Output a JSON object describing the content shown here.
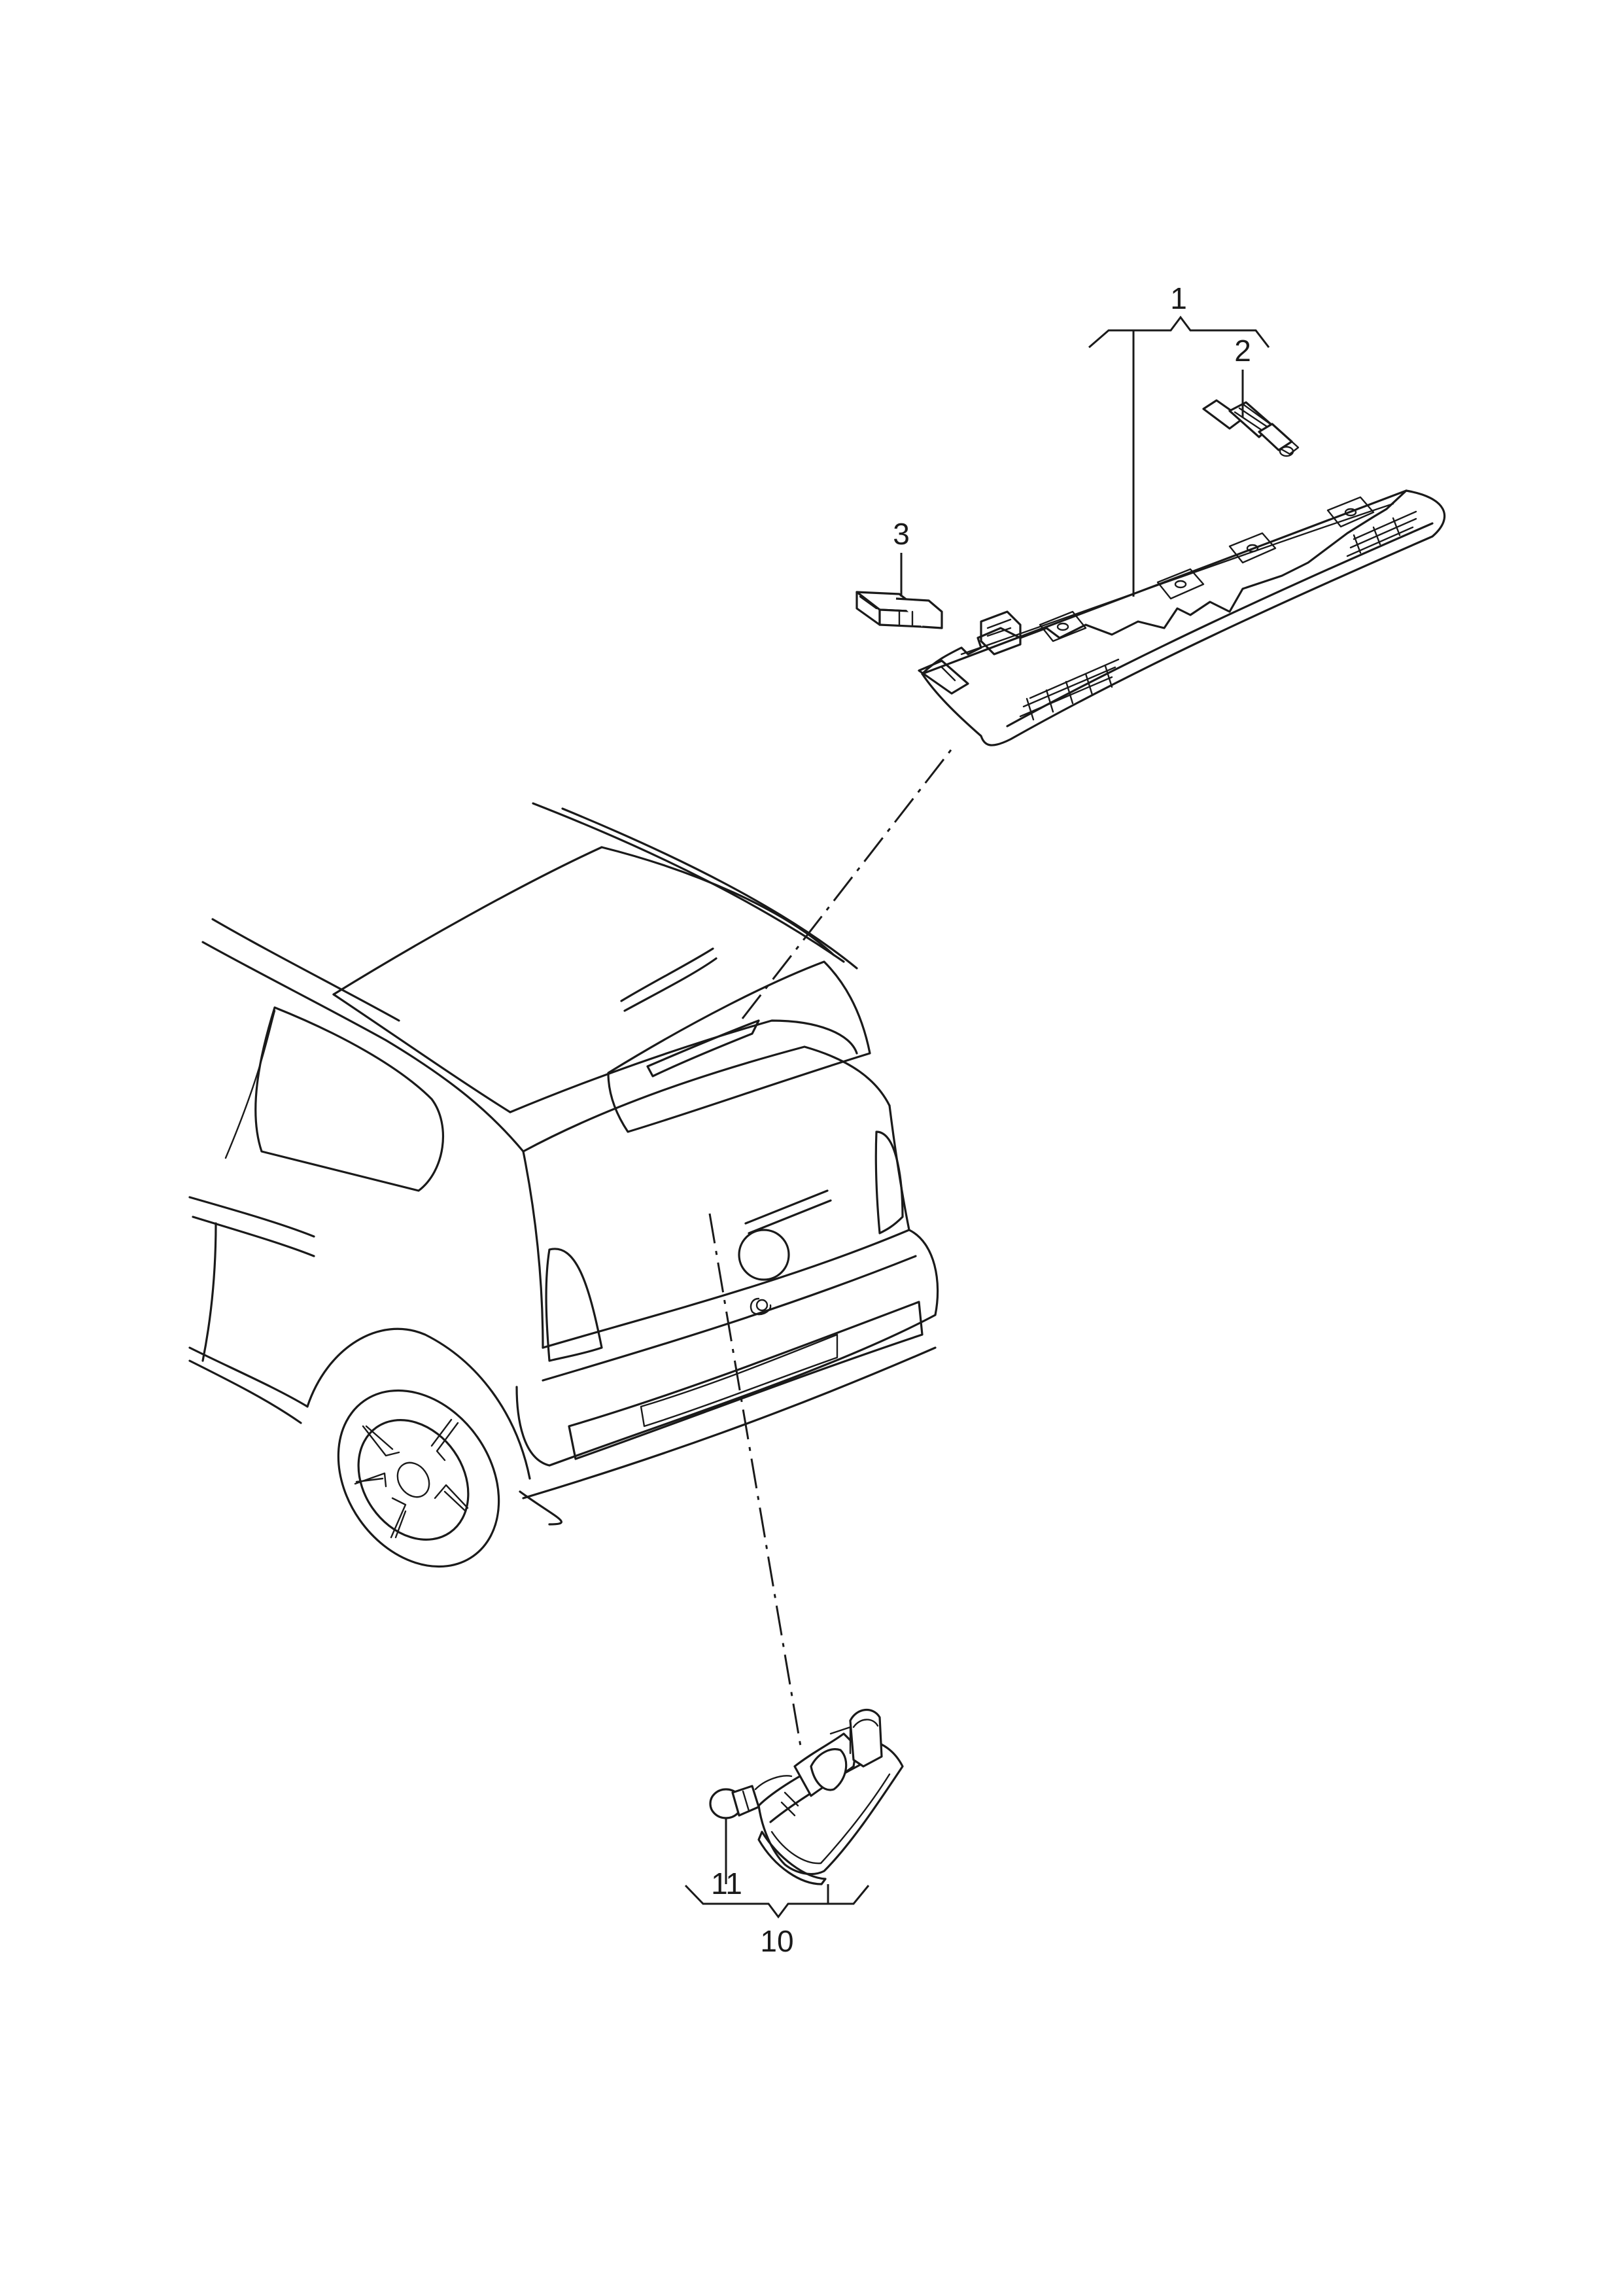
{
  "callouts": {
    "c1": "1",
    "c2": "2",
    "c3": "3",
    "c10": "10",
    "c11": "11"
  }
}
